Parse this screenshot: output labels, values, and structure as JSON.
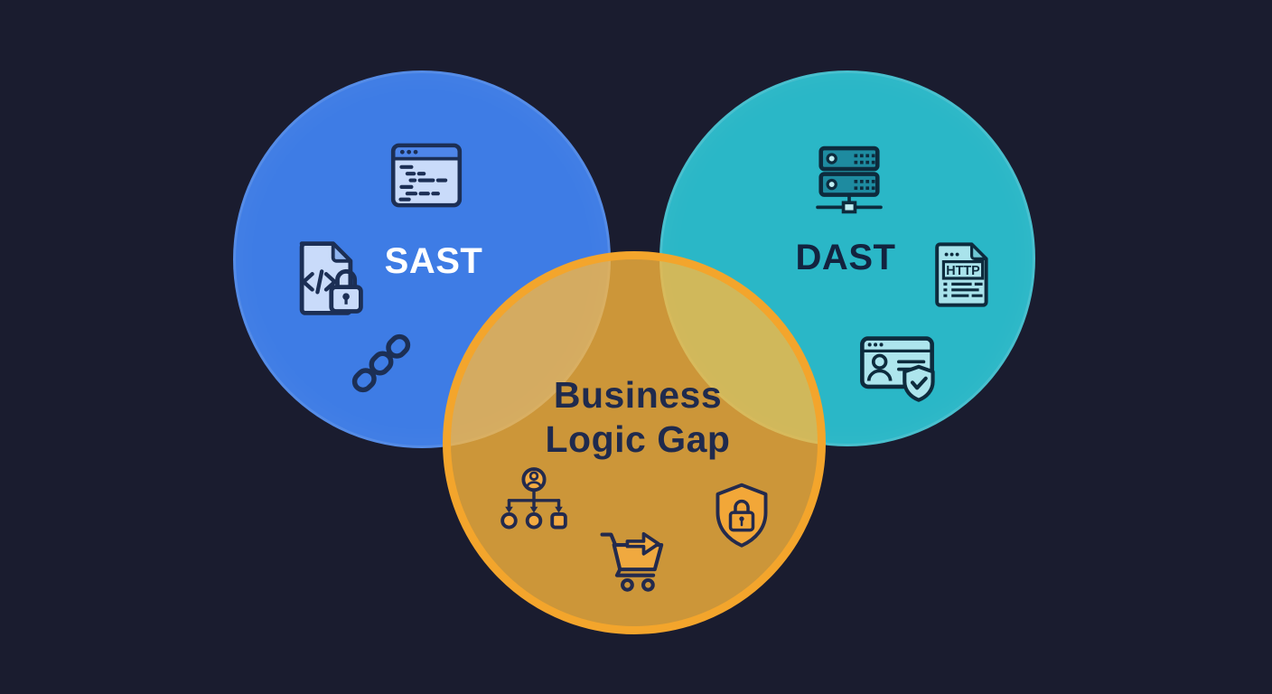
{
  "palette": {
    "background": "#1a1c2f",
    "sast_circle_fill": "#3e7ce5",
    "dast_circle_fill": "#2ab7c7",
    "gap_circle_fill": "rgba(255,184,60,0.78)",
    "gap_circle_border": "#f3a52c",
    "sast_label_color": "#ffffff",
    "dast_label_color": "#13233f",
    "gap_label_color": "#1f2a4d",
    "icon_stroke_on_blue": "#1c2f55",
    "icon_stroke_on_teal": "#0d2b3d",
    "icon_stroke_on_orange": "#232a4d"
  },
  "venn": {
    "circles": [
      {
        "id": "sast",
        "label": "SAST",
        "icons": [
          {
            "name": "code-editor-window-icon"
          },
          {
            "name": "source-code-file-lock-icon"
          },
          {
            "name": "dependency-chain-icon"
          }
        ]
      },
      {
        "id": "dast",
        "label": "DAST",
        "icons": [
          {
            "name": "server-stack-network-icon"
          },
          {
            "name": "http-request-document-icon"
          },
          {
            "name": "session-window-shield-check-icon"
          }
        ]
      },
      {
        "id": "business-logic-gap",
        "label": "Business Logic Gap",
        "label_lines": [
          "Business",
          "Logic Gap"
        ],
        "icons": [
          {
            "name": "user-role-hierarchy-icon"
          },
          {
            "name": "checkout-cart-arrow-icon"
          },
          {
            "name": "shield-padlock-icon"
          }
        ]
      }
    ],
    "icon_text": {
      "http": "HTTP"
    }
  }
}
